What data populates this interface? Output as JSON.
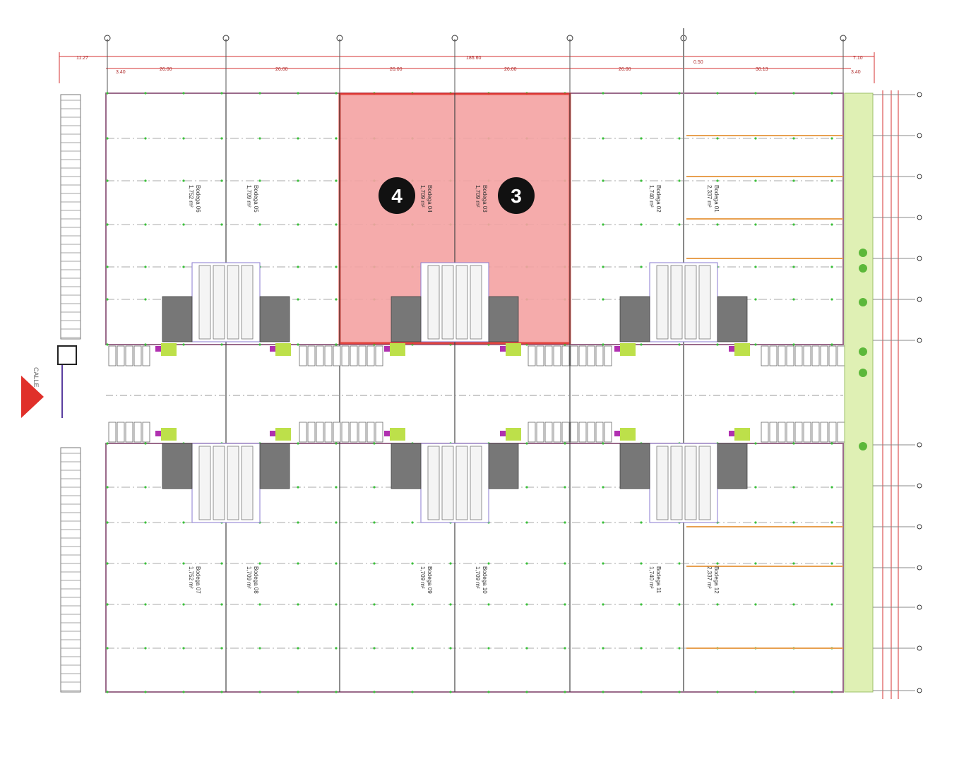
{
  "top_dimensions": {
    "overall": "186.60",
    "left_offset": "11.27",
    "right_offset": "7.10",
    "bays": [
      "26.00",
      "26.00",
      "26.00",
      "26.00",
      "26.00",
      "30.13"
    ],
    "small_left": "3.40",
    "small_mid": "0.50",
    "small_right": "3.40"
  },
  "units_top": [
    {
      "name": "Bodega 06",
      "area": "1,752 m²"
    },
    {
      "name": "Bodega 05",
      "area": "1,709 m²"
    },
    {
      "name": "Bodega 04",
      "area": "1,709 m²"
    },
    {
      "name": "Bodega 03",
      "area": "1,709 m²"
    },
    {
      "name": "Bodega 02",
      "area": "1,740 m²"
    },
    {
      "name": "Bodega 01",
      "area": "2,337 m²"
    }
  ],
  "units_bottom": [
    {
      "name": "Bodega 07",
      "area": "1,752 m²"
    },
    {
      "name": "Bodega 08",
      "area": "1,709 m²"
    },
    {
      "name": "Bodega 09",
      "area": "1,709 m²"
    },
    {
      "name": "Bodega 10",
      "area": "1,709 m²"
    },
    {
      "name": "Bodega 11",
      "area": "1,740 m²"
    },
    {
      "name": "Bodega 12",
      "area": "2,337 m²"
    }
  ],
  "badges": [
    {
      "label": "4"
    },
    {
      "label": "3"
    }
  ],
  "side_label": "CALLE",
  "colors": {
    "highlight_fill": "#f4a3a3",
    "highlight_stroke": "#e0302a",
    "badge": "#111111",
    "green_strip": "#dff0b4",
    "dimension": "#d43030",
    "orange_line": "#e8a050",
    "arrow": "#e0302a"
  }
}
